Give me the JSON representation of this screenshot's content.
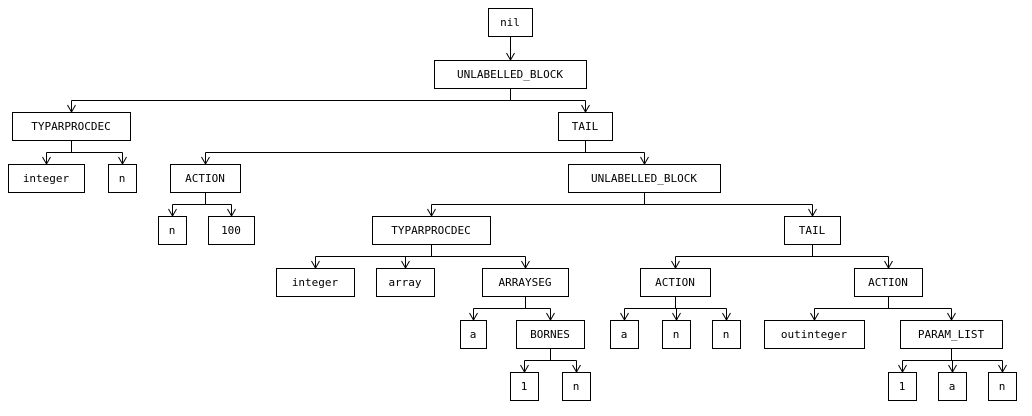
{
  "tree": {
    "label": "nil",
    "children": [
      {
        "label": "UNLABELLED_BLOCK",
        "children": [
          {
            "label": "TYPARPROCDEC",
            "children": [
              {
                "label": "integer"
              },
              {
                "label": "n"
              }
            ]
          },
          {
            "label": "TAIL",
            "children": [
              {
                "label": "ACTION",
                "children": [
                  {
                    "label": "n"
                  },
                  {
                    "label": "100"
                  }
                ]
              },
              {
                "label": "UNLABELLED_BLOCK",
                "children": [
                  {
                    "label": "TYPARPROCDEC",
                    "children": [
                      {
                        "label": "integer"
                      },
                      {
                        "label": "array"
                      },
                      {
                        "label": "ARRAYSEG",
                        "children": [
                          {
                            "label": "a"
                          },
                          {
                            "label": "BORNES",
                            "children": [
                              {
                                "label": "1"
                              },
                              {
                                "label": "n"
                              }
                            ]
                          }
                        ]
                      }
                    ]
                  },
                  {
                    "label": "TAIL",
                    "children": [
                      {
                        "label": "ACTION",
                        "children": [
                          {
                            "label": "a"
                          },
                          {
                            "label": "n"
                          },
                          {
                            "label": "n"
                          }
                        ]
                      },
                      {
                        "label": "ACTION",
                        "children": [
                          {
                            "label": "outinteger"
                          },
                          {
                            "label": "PARAM_LIST",
                            "children": [
                              {
                                "label": "1"
                              },
                              {
                                "label": "a"
                              },
                              {
                                "label": "n"
                              }
                            ]
                          }
                        ]
                      }
                    ]
                  }
                ]
              }
            ]
          }
        ]
      }
    ]
  }
}
